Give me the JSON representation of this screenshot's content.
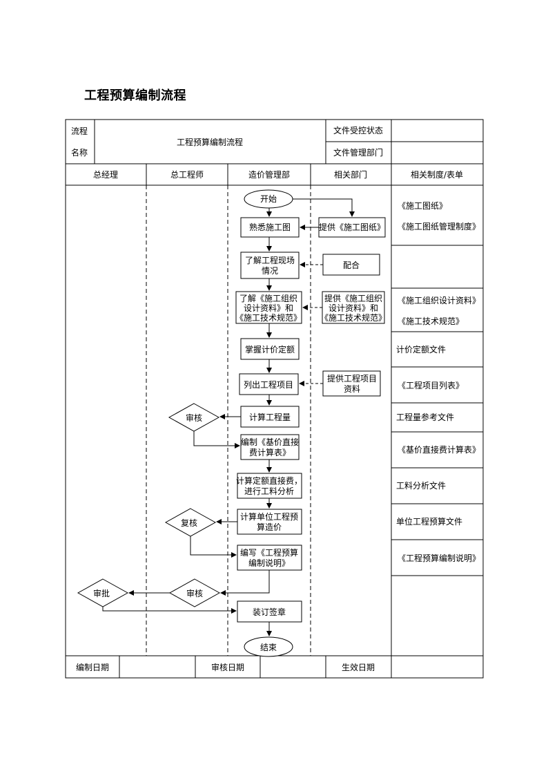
{
  "title": "工程预算编制流程",
  "header": {
    "flow_label_1": "流程",
    "flow_label_2": "名称",
    "flow_name": "工程预算编制流程",
    "doc_status_label": "文件受控状态",
    "doc_status_value": "",
    "doc_dept_label": "文件管理部门",
    "doc_dept_value": ""
  },
  "columns": [
    "总经理",
    "总工程师",
    "造价管理部",
    "相关部门",
    "相关制度/表单"
  ],
  "nodes": {
    "start": "开始",
    "n1": "熟悉施工图",
    "n2_1": "了解工程现场",
    "n2_2": "情况",
    "n3_1": "了解《施工组织",
    "n3_2": "设计资料》和",
    "n3_3": "《施工技术规范》",
    "n4": "掌握计价定额",
    "n5": "列出工程项目",
    "n6": "计算工程量",
    "n7_1": "编制《基价直接",
    "n7_2": "费计算表》",
    "n8_1": "计算定额直接费，",
    "n8_2": "进行工料分析",
    "n9_1": "计算单位工程预",
    "n9_2": "算造价",
    "n10_1": "编写《工程预算",
    "n10_2": "编制说明》",
    "n11": "装订签章",
    "end": "结束",
    "d1": "审核",
    "d2": "复核",
    "d3": "审核",
    "d4": "审批",
    "r1": "提供《施工图纸》",
    "r2": "配合",
    "r3_1": "提供《施工组织",
    "r3_2": "设计资料》和",
    "r3_3": "《施工技术规范》",
    "r4_1": "提供工程项目",
    "r4_2": "资料"
  },
  "forms": {
    "f1a": "《施工图纸》",
    "f1b": "《施工图纸管理制度》",
    "f2": "",
    "f3a": "《施工组织设计资料》",
    "f3b": "《施工技术规范》",
    "f4": "计价定额文件",
    "f5": "《工程项目列表》",
    "f6": "工程量参考文件",
    "f7": "《基价直接费计算表》",
    "f8": "工料分析文件",
    "f9": "单位工程预算文件",
    "f10": "《工程预算编制说明》"
  },
  "footer": {
    "compile_date_label": "编制日期",
    "compile_date_value": "",
    "review_date_label": "审核日期",
    "review_date_value": "",
    "effective_date_label": "生效日期",
    "effective_date_value": ""
  }
}
